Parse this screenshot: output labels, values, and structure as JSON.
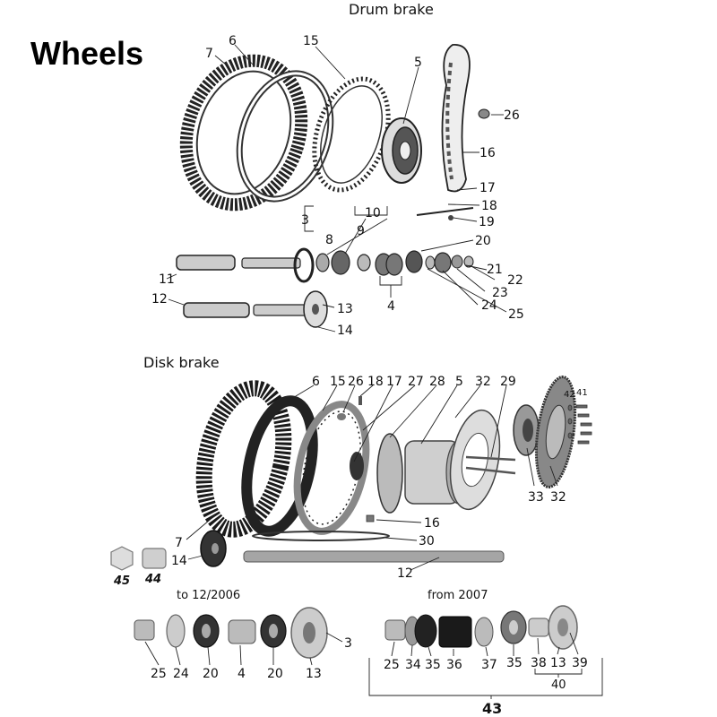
{
  "title": "Wheels",
  "sections": {
    "drum": "Drum brake",
    "disk": "Disk brake",
    "to_2006": "to 12/2006",
    "from_2007": "from 2007"
  },
  "callouts": {
    "drum": [
      "7",
      "6",
      "15",
      "5",
      "26",
      "16",
      "17",
      "18",
      "19",
      "20",
      "3",
      "10",
      "8",
      "9",
      "11",
      "21",
      "22",
      "23",
      "24",
      "25",
      "12",
      "13",
      "14",
      "4"
    ],
    "disk": [
      "6",
      "15",
      "26",
      "18",
      "17",
      "27",
      "28",
      "5",
      "32",
      "29",
      "42",
      "41",
      "33",
      "32",
      "16",
      "30",
      "7",
      "14",
      "12",
      "45",
      "44"
    ],
    "to_2006": [
      "25",
      "24",
      "20",
      "4",
      "20",
      "13",
      "3"
    ],
    "from_2007": [
      "25",
      "34",
      "35",
      "36",
      "37",
      "35",
      "38",
      "13",
      "39",
      "40",
      "43"
    ]
  },
  "colors": {
    "ink": "#111111",
    "part_dark": "#2a2a2a",
    "part_mid": "#8a8a8a",
    "part_light": "#d6d6d6"
  }
}
